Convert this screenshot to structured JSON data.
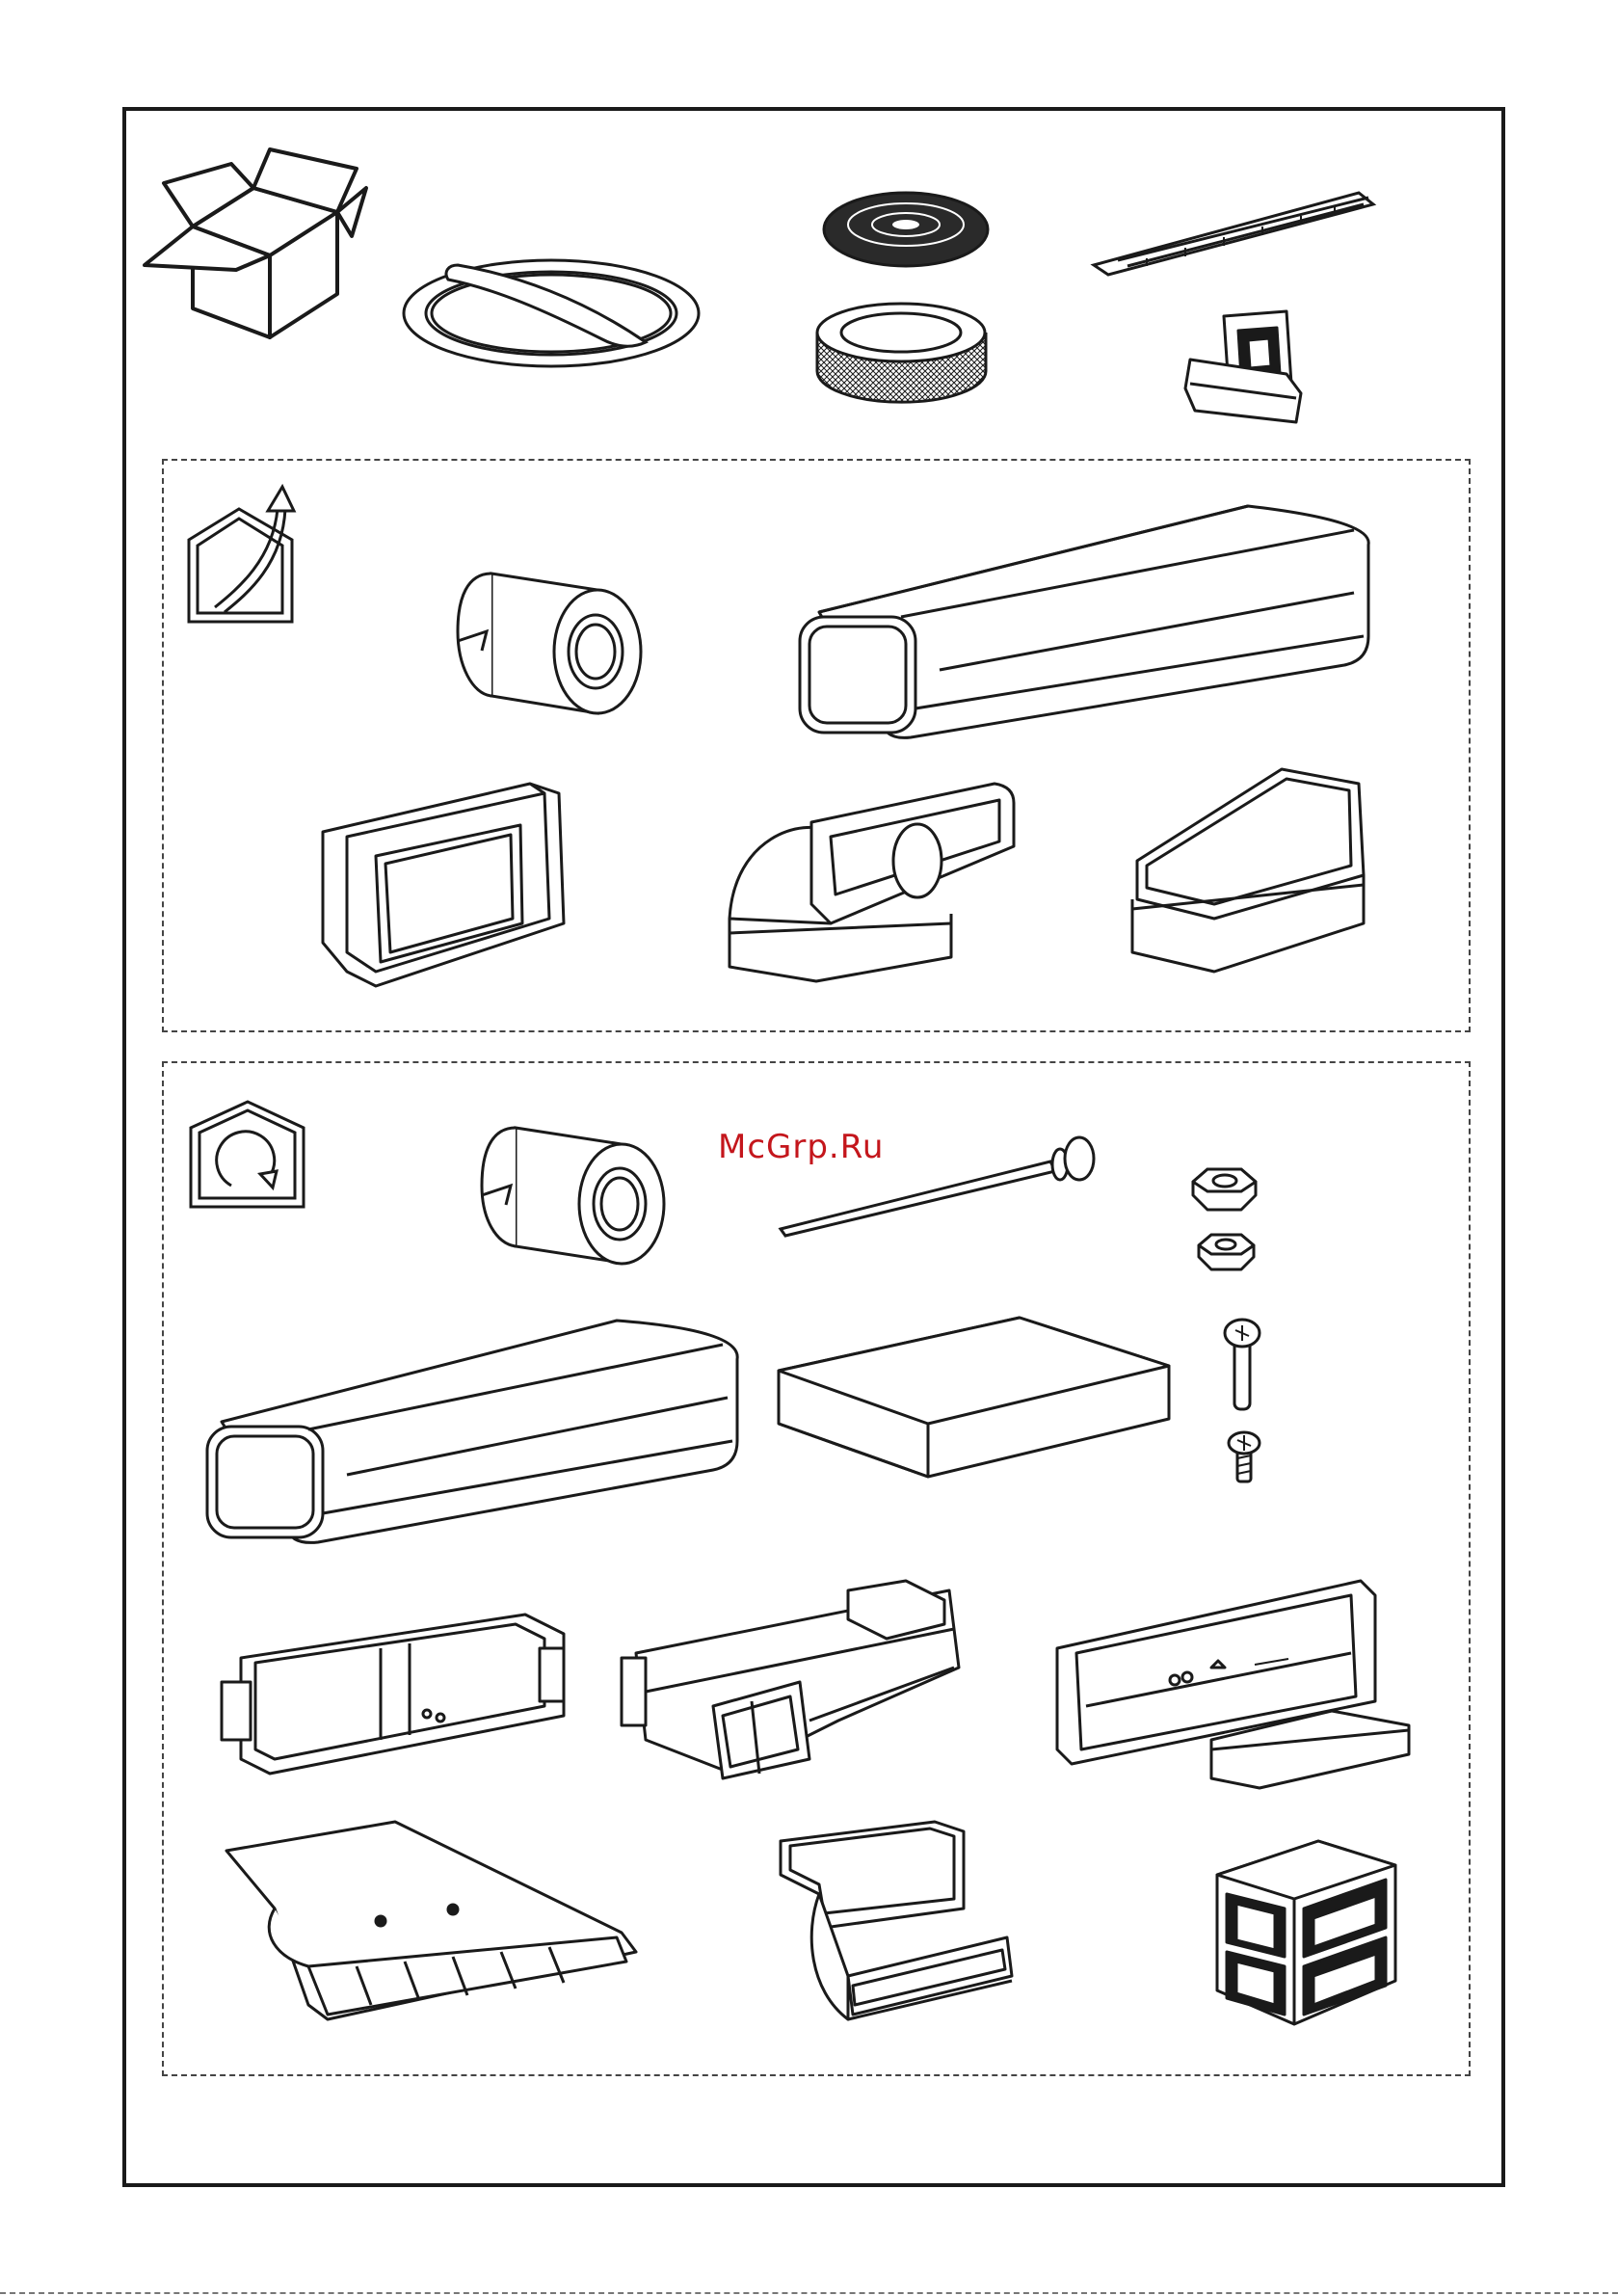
{
  "watermark": {
    "text": "McGrp.Ru",
    "color": "#c4161c"
  },
  "colors": {
    "line": "#1a1a1a",
    "background": "#ffffff"
  },
  "sections": [
    {
      "id": "box-contents",
      "border": "solid"
    },
    {
      "id": "exhaust-mode",
      "icon": "house-arrow-out-icon",
      "border": "dashed"
    },
    {
      "id": "recirculation-mode",
      "icon": "house-recirculate-icon",
      "border": "dashed"
    }
  ]
}
